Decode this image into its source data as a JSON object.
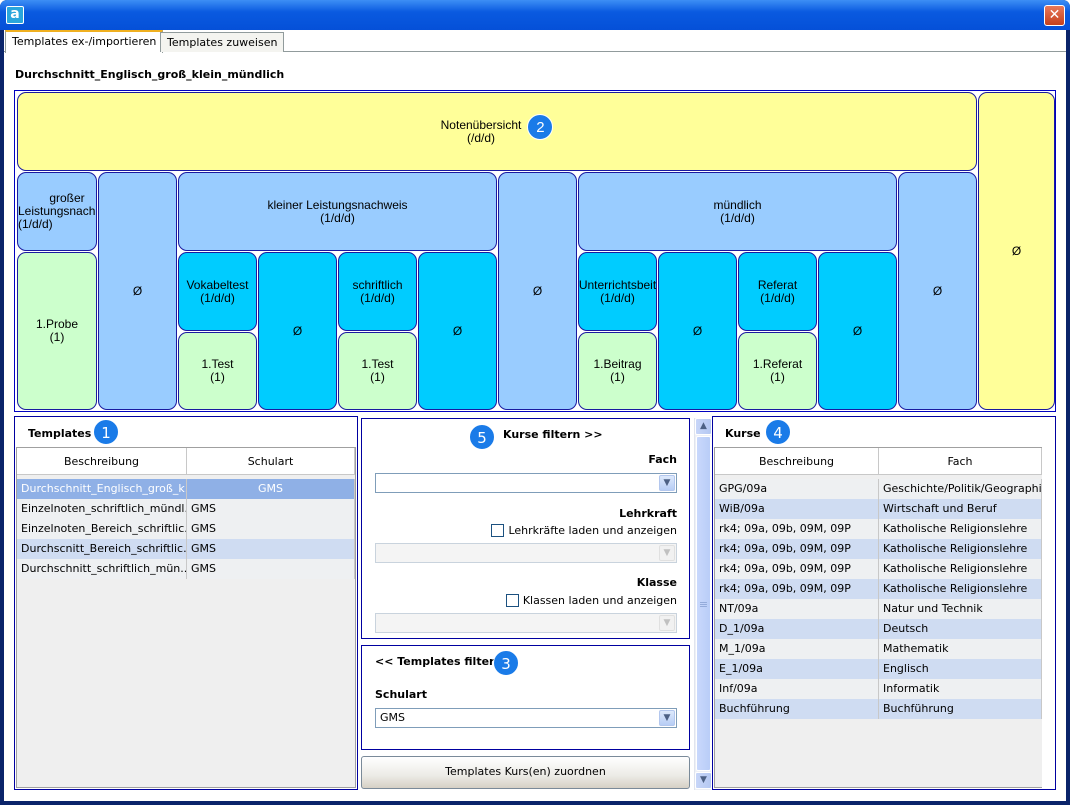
{
  "window": {
    "app_icon": "a",
    "close": "✕"
  },
  "tabs": [
    {
      "label": "Templates ex-/importieren",
      "active": true
    },
    {
      "label": "Templates zuweisen",
      "active": false
    }
  ],
  "template_name": "Durchschnitt_Englisch_groß_klein_mündlich",
  "tree": {
    "root": {
      "line1": "Notenübersicht",
      "line2": "(/d/d)",
      "badge": "2"
    },
    "root_empty": "Ø",
    "gross": {
      "line1": "großer",
      "line2": "Leistungsnach",
      "line3": "(1/d/d)"
    },
    "gross_child": {
      "line1": "1.Probe",
      "line2": "(1)"
    },
    "empty": "Ø",
    "klein": {
      "line1": "kleiner Leistungsnachweis",
      "line2": "(1/d/d)"
    },
    "vokabel": {
      "line1": "Vokabeltest",
      "line2": "(1/d/d)"
    },
    "vokabel_child": {
      "line1": "1.Test",
      "line2": "(1)"
    },
    "schriftlich": {
      "line1": "schriftlich",
      "line2": "(1/d/d)"
    },
    "schriftlich_child": {
      "line1": "1.Test",
      "line2": "(1)"
    },
    "muendlich": {
      "line1": "mündlich",
      "line2": "(1/d/d)"
    },
    "unterricht": {
      "line1": "Unterrichtsbeit",
      "line2": "(1/d/d)"
    },
    "unterricht_child": {
      "line1": "1.Beitrag",
      "line2": "(1)"
    },
    "referat": {
      "line1": "Referat",
      "line2": "(1/d/d)"
    },
    "referat_child": {
      "line1": "1.Referat",
      "line2": "(1)"
    }
  },
  "templates": {
    "title": "Templates",
    "badge": "1",
    "columns": [
      "Beschreibung",
      "Schulart"
    ],
    "rows": [
      [
        "Durchschnitt_Englisch_groß_k...",
        "GMS"
      ],
      [
        "Einzelnoten_schriftlich_mündl...",
        "GMS"
      ],
      [
        "Einzelnoten_Bereich_schriftlic...",
        "GMS"
      ],
      [
        "Durchscnitt_Bereich_schriftlic...",
        "GMS"
      ],
      [
        "Durchschnitt_schriftlich_mün...",
        "GMS"
      ]
    ]
  },
  "filter": {
    "title": "Kurse filtern >>",
    "badge": "5",
    "fach_label": "Fach",
    "fach_value": "",
    "lehrkraft_label": "Lehrkraft",
    "lehrkraft_check": "Lehrkräfte laden und anzeigen",
    "klasse_label": "Klasse",
    "klasse_check": "Klassen laden und anzeigen"
  },
  "templates_filter": {
    "title": "<< Templates filtern",
    "badge": "3",
    "schulart_label": "Schulart",
    "schulart_value": "GMS"
  },
  "assign_button": "Templates Kurs(en) zuordnen",
  "kurse": {
    "title": "Kurse",
    "badge": "4",
    "columns": [
      "Beschreibung",
      "Fach"
    ],
    "rows": [
      [
        "GPG/09a",
        "Geschichte/Politik/Geographie"
      ],
      [
        "WiB/09a",
        "Wirtschaft und Beruf"
      ],
      [
        "rk4; 09a, 09b, 09M, 09P",
        "Katholische Religionslehre"
      ],
      [
        "rk4; 09a, 09b, 09M, 09P",
        "Katholische Religionslehre"
      ],
      [
        "rk4; 09a, 09b, 09M, 09P",
        "Katholische Religionslehre"
      ],
      [
        "rk4; 09a, 09b, 09M, 09P",
        "Katholische Religionslehre"
      ],
      [
        "NT/09a",
        "Natur und Technik"
      ],
      [
        "D_1/09a",
        "Deutsch"
      ],
      [
        "M_1/09a",
        "Mathematik"
      ],
      [
        "E_1/09a",
        "Englisch"
      ],
      [
        "Inf/09a",
        "Informatik"
      ],
      [
        "Buchführung",
        "Buchführung"
      ]
    ]
  },
  "colors": {
    "yellow": "#ffff99",
    "blue": "#99ccff",
    "cyan": "#00ccff",
    "green": "#ccffcc",
    "badge": "#1a7be8"
  }
}
